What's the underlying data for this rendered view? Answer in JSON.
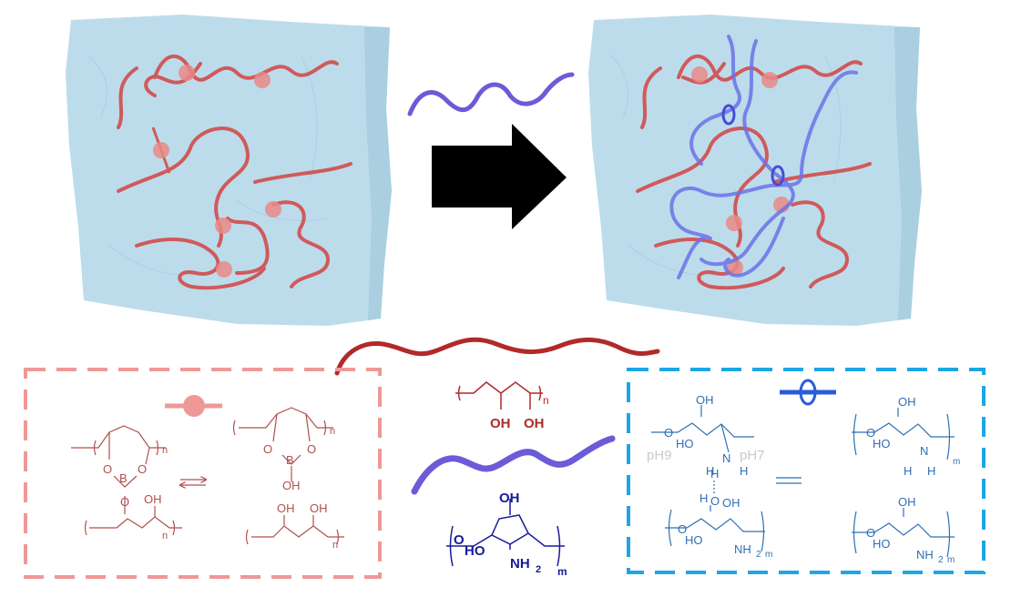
{
  "colors": {
    "gel_fill": "#bcdcec",
    "gel_edge": "#9cc6db",
    "pva_chain": "#d05a5a",
    "crosslink_bead": "#e98a86",
    "chitosan_chain": "#6b5bd9",
    "chitosan_overlay": "#6c73e8",
    "arrow": "#000000",
    "left_box_border": "#ee9898",
    "right_box_border": "#1ea6e6",
    "pva_structure": "#b0504c",
    "pva_legend": "#b12a2a",
    "chitosan_legend": "#1a1a9a",
    "chitosan_structure": "#2f6fb5"
  },
  "icons": {
    "transform_arrow": "arrow-right-icon",
    "borate_crosslink": "bead-on-chain-icon",
    "hydrogen_bond_crosslink": "ring-on-chain-icon"
  },
  "left_box": {
    "repeat_n_1": "n",
    "b_atom_1": "B",
    "o_atom_1": "O",
    "o_atom_2": "O",
    "o_link": "O",
    "oh_1": "OH",
    "repeat_n_2": "n",
    "b_atom_2": "B",
    "o_atom_3": "O",
    "o_atom_4": "O",
    "oh_boron": "OH",
    "repeat_n_3": "n",
    "oh_2": "OH",
    "oh_3": "OH",
    "repeat_n_4": "n"
  },
  "middle": {
    "pva_oh_1": "OH",
    "pva_oh_2": "OH",
    "pva_n": "n",
    "cs_oh": "OH",
    "cs_o": "O",
    "cs_ho": "HO",
    "cs_nh2": "NH",
    "cs_sub2": "2",
    "cs_m": "m"
  },
  "right_box": {
    "ph9": "pH9",
    "ph7": "pH7",
    "tl_oh": "OH",
    "tl_o": "O",
    "tl_ho": "HO",
    "tl_n": "N",
    "tl_h1": "H",
    "tl_h2": "H",
    "link_h": "H",
    "link_o": "O",
    "link_h2": "H",
    "bl_oh": "OH",
    "bl_o": "O",
    "bl_ho": "HO",
    "bl_nh2": "NH",
    "bl_sub2": "2",
    "bl_m": "m",
    "tr_oh": "OH",
    "tr_o": "O",
    "tr_ho": "HO",
    "tr_n": "N",
    "tr_h1": "H",
    "tr_h2": "H",
    "tr_m": "m",
    "br_oh": "OH",
    "br_o": "O",
    "br_ho": "HO",
    "br_nh2": "NH",
    "br_sub2": "2",
    "br_m": "m"
  }
}
